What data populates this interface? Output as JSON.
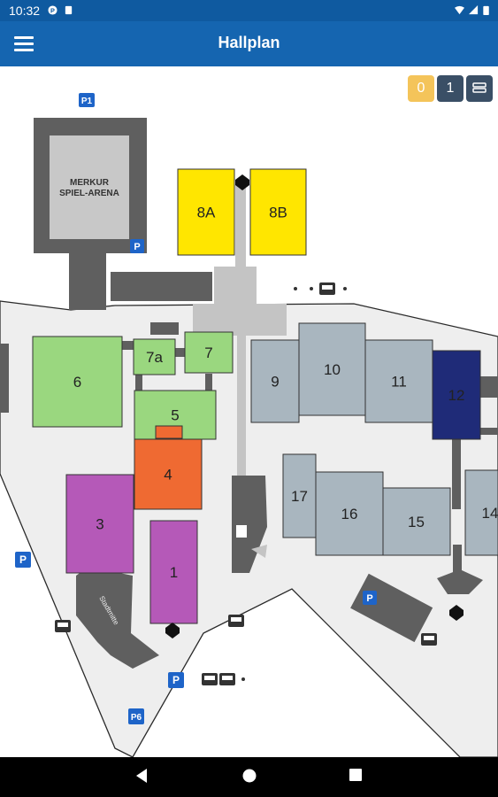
{
  "status_bar": {
    "time": "10:32"
  },
  "app_bar": {
    "title": "Hallplan"
  },
  "floor_controls": [
    {
      "label": "0",
      "color": "#f4c45a"
    },
    {
      "label": "1",
      "color": "#3a4f66"
    }
  ],
  "venue_labels": {
    "arena_line1": "MERKUR",
    "arena_line2": "SPIEL-ARENA",
    "stadtmitte": "Stadtmitte"
  },
  "parking_labels": {
    "p1": "P1",
    "p6": "P6",
    "p": "P"
  },
  "halls": [
    {
      "id": "8A",
      "label": "8A",
      "color": "#ffe600"
    },
    {
      "id": "8B",
      "label": "8B",
      "color": "#ffe600"
    },
    {
      "id": "7",
      "label": "7",
      "color": "#9ad77f"
    },
    {
      "id": "7a",
      "label": "7a",
      "color": "#9ad77f"
    },
    {
      "id": "6",
      "label": "6",
      "color": "#9ad77f"
    },
    {
      "id": "5",
      "label": "5",
      "color": "#9ad77f"
    },
    {
      "id": "4",
      "label": "4",
      "color": "#ef6a32"
    },
    {
      "id": "3",
      "label": "3",
      "color": "#b559b8"
    },
    {
      "id": "1",
      "label": "1",
      "color": "#b559b8"
    },
    {
      "id": "9",
      "label": "9",
      "color": "#a9b6bf"
    },
    {
      "id": "10",
      "label": "10",
      "color": "#a9b6bf"
    },
    {
      "id": "11",
      "label": "11",
      "color": "#a9b6bf"
    },
    {
      "id": "12",
      "label": "12",
      "color": "#1f2b78"
    },
    {
      "id": "14",
      "label": "14",
      "color": "#a9b6bf"
    },
    {
      "id": "15",
      "label": "15",
      "color": "#a9b6bf"
    },
    {
      "id": "16",
      "label": "16",
      "color": "#a9b6bf"
    },
    {
      "id": "17",
      "label": "17",
      "color": "#a9b6bf"
    }
  ],
  "colors": {
    "primary": "#1565b0",
    "statusbar": "#0f5aa0",
    "ground": "#eeeeee",
    "building_dark": "#5f5f5f",
    "parking": "#1e64c8"
  }
}
